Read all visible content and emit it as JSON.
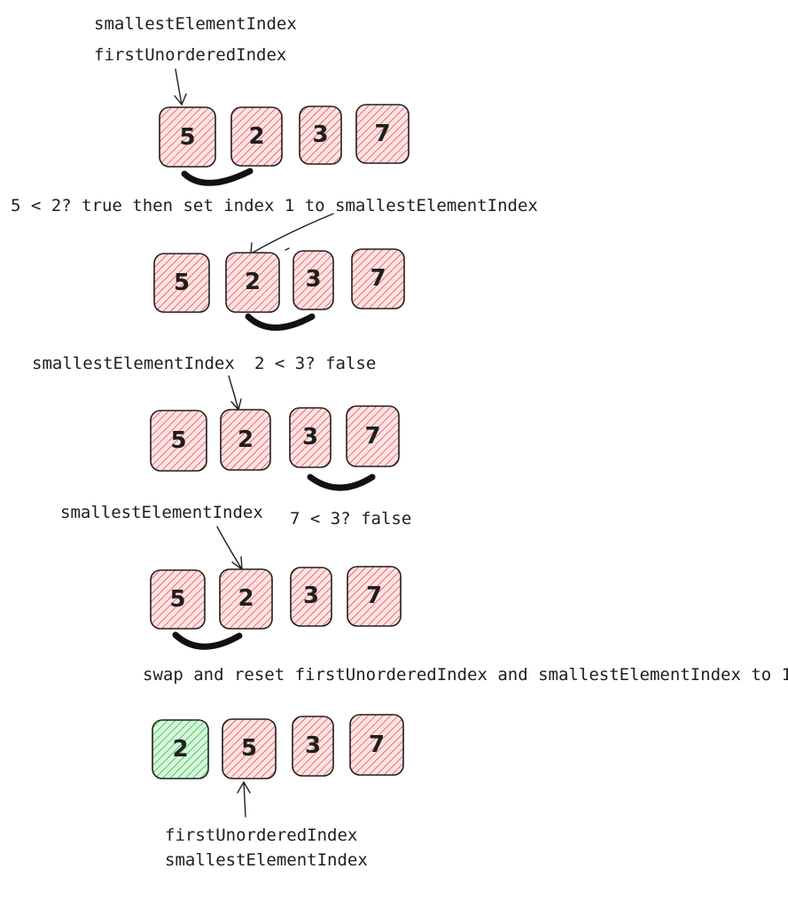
{
  "colors": {
    "unsorted_stroke": "#e03131",
    "unsorted_fill": "#ffe3e3",
    "sorted_stroke": "#2f9e44",
    "sorted_fill": "#d3f9d8",
    "ink": "#1e1e1e"
  },
  "steps": [
    {
      "id": "step-1",
      "labels": [
        {
          "id": "smallest-label",
          "text": "smallestElementIndex"
        },
        {
          "id": "first-unordered-label",
          "text": "firstUnorderedIndex"
        }
      ],
      "boxes": [
        {
          "value": "5",
          "state": "unsorted"
        },
        {
          "value": "2",
          "state": "unsorted"
        },
        {
          "value": "3",
          "state": "unsorted"
        },
        {
          "value": "7",
          "state": "unsorted"
        }
      ],
      "comparison": "5 < 2? true then set index 1 to smallestElementIndex"
    },
    {
      "id": "step-2",
      "labels": [],
      "boxes": [
        {
          "value": "5",
          "state": "unsorted"
        },
        {
          "value": "2",
          "state": "unsorted"
        },
        {
          "value": "3",
          "state": "unsorted"
        },
        {
          "value": "7",
          "state": "unsorted"
        }
      ],
      "comparison": ""
    },
    {
      "id": "step-3",
      "labels": [
        {
          "id": "smallest-label",
          "text": "smallestElementIndex"
        }
      ],
      "boxes": [
        {
          "value": "5",
          "state": "unsorted"
        },
        {
          "value": "2",
          "state": "unsorted"
        },
        {
          "value": "3",
          "state": "unsorted"
        },
        {
          "value": "7",
          "state": "unsorted"
        }
      ],
      "comparison": "2 < 3? false"
    },
    {
      "id": "step-4",
      "labels": [
        {
          "id": "smallest-label",
          "text": "smallestElementIndex"
        }
      ],
      "boxes": [
        {
          "value": "5",
          "state": "unsorted"
        },
        {
          "value": "2",
          "state": "unsorted"
        },
        {
          "value": "3",
          "state": "unsorted"
        },
        {
          "value": "7",
          "state": "unsorted"
        }
      ],
      "comparison": "7 < 3? false"
    },
    {
      "id": "step-5",
      "labels": [],
      "boxes": [
        {
          "value": "2",
          "state": "sorted"
        },
        {
          "value": "5",
          "state": "unsorted"
        },
        {
          "value": "3",
          "state": "unsorted"
        },
        {
          "value": "7",
          "state": "unsorted"
        }
      ],
      "comparison": "swap and reset firstUnorderedIndex and smallestElementIndex to 1"
    },
    {
      "id": "step-6",
      "labels": [
        {
          "id": "first-unordered-label",
          "text": "firstUnorderedIndex"
        },
        {
          "id": "smallest-label",
          "text": "smallestElementIndex"
        }
      ],
      "boxes": [],
      "comparison": ""
    }
  ]
}
